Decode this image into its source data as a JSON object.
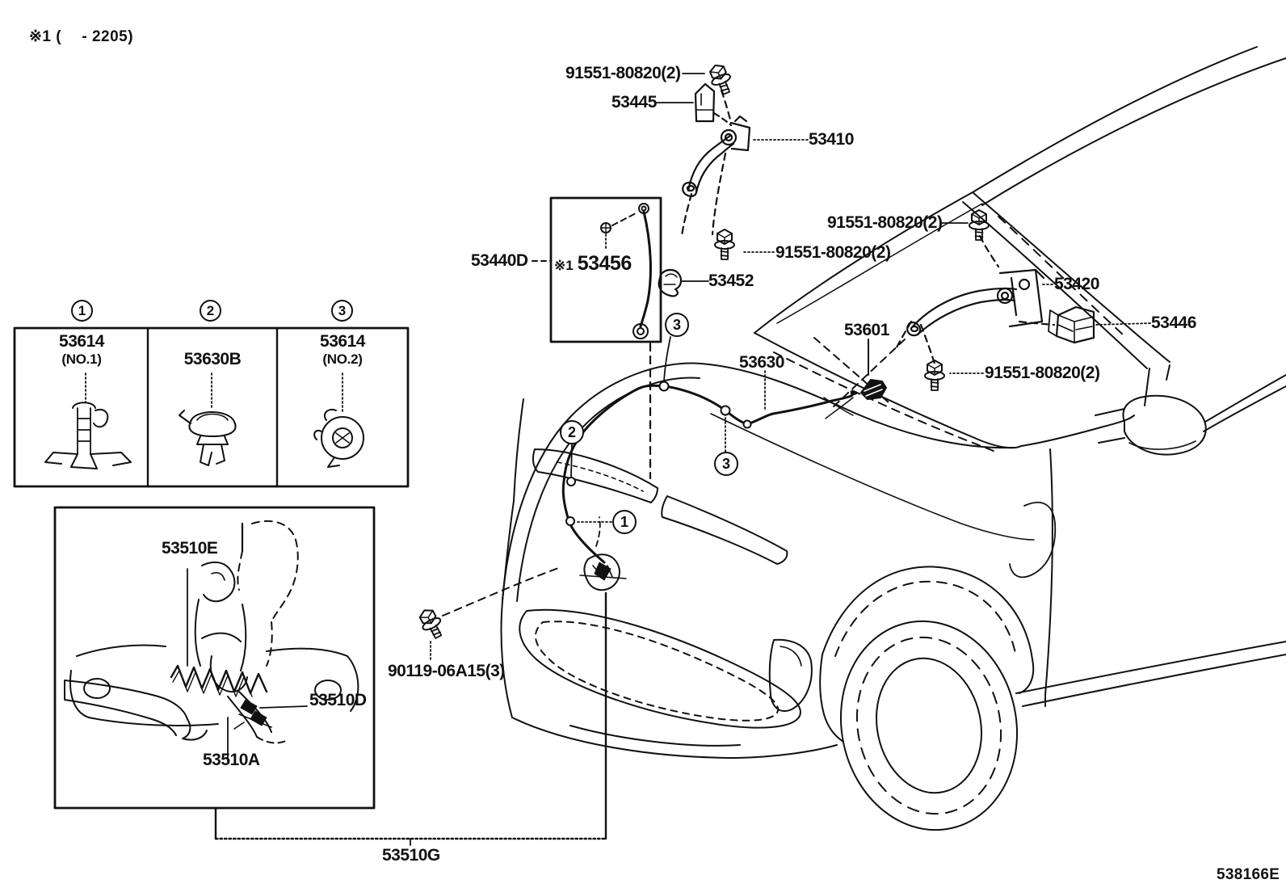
{
  "meta": {
    "note": "※1 (　 - 2205)",
    "diagram_code": "538166E"
  },
  "colors": {
    "line": "#111111",
    "background": "#ffffff"
  },
  "parts": {
    "bolt_top": "91551-80820(2)",
    "bracket": "53445",
    "hinge_lh": "53410",
    "bolt_upper_right": "91551-80820(2)",
    "bolt_mid": "91551-80820(2)",
    "support_assy": "53440D",
    "support_note": "※1",
    "support_rod": "53456",
    "clip": "53452",
    "hinge_rh": "53420",
    "cushion": "53446",
    "bolt_lower_right": "91551-80820(2)",
    "cable_clamp": "53601",
    "release_cable": "53630",
    "lock_bolt": "90119-06A15(3)",
    "lock_spring": "53510E",
    "lock_screw": "53510D",
    "lock_lever": "53510A",
    "lock_assy": "53510G"
  },
  "legend": {
    "cells": [
      {
        "num": "1",
        "part": "53614",
        "sub": "(NO.1)",
        "icon": "cable-clamp-no1-icon"
      },
      {
        "num": "2",
        "part": "53630B",
        "sub": "",
        "icon": "push-clip-icon"
      },
      {
        "num": "3",
        "part": "53614",
        "sub": "(NO.2)",
        "icon": "cable-clamp-no2-icon"
      }
    ]
  },
  "callouts": {
    "diagram": [
      "3",
      "3",
      "2",
      "1"
    ]
  },
  "icons": {
    "flange_bolt": "flange-bolt-icon",
    "hood_hinge_lh": "hood-hinge-lh-icon",
    "hood_hinge_rh": "hood-hinge-rh-icon",
    "hinge_bracket": "hinge-bracket-icon",
    "hood_clip": "hood-clip-icon",
    "hood_cushion": "hood-cushion-icon",
    "cable_clamp": "cable-clamp-icon",
    "hood_support_rod": "hood-support-rod-icon",
    "hood_lock": "hood-lock-icon",
    "release_cable": "release-cable-line"
  }
}
